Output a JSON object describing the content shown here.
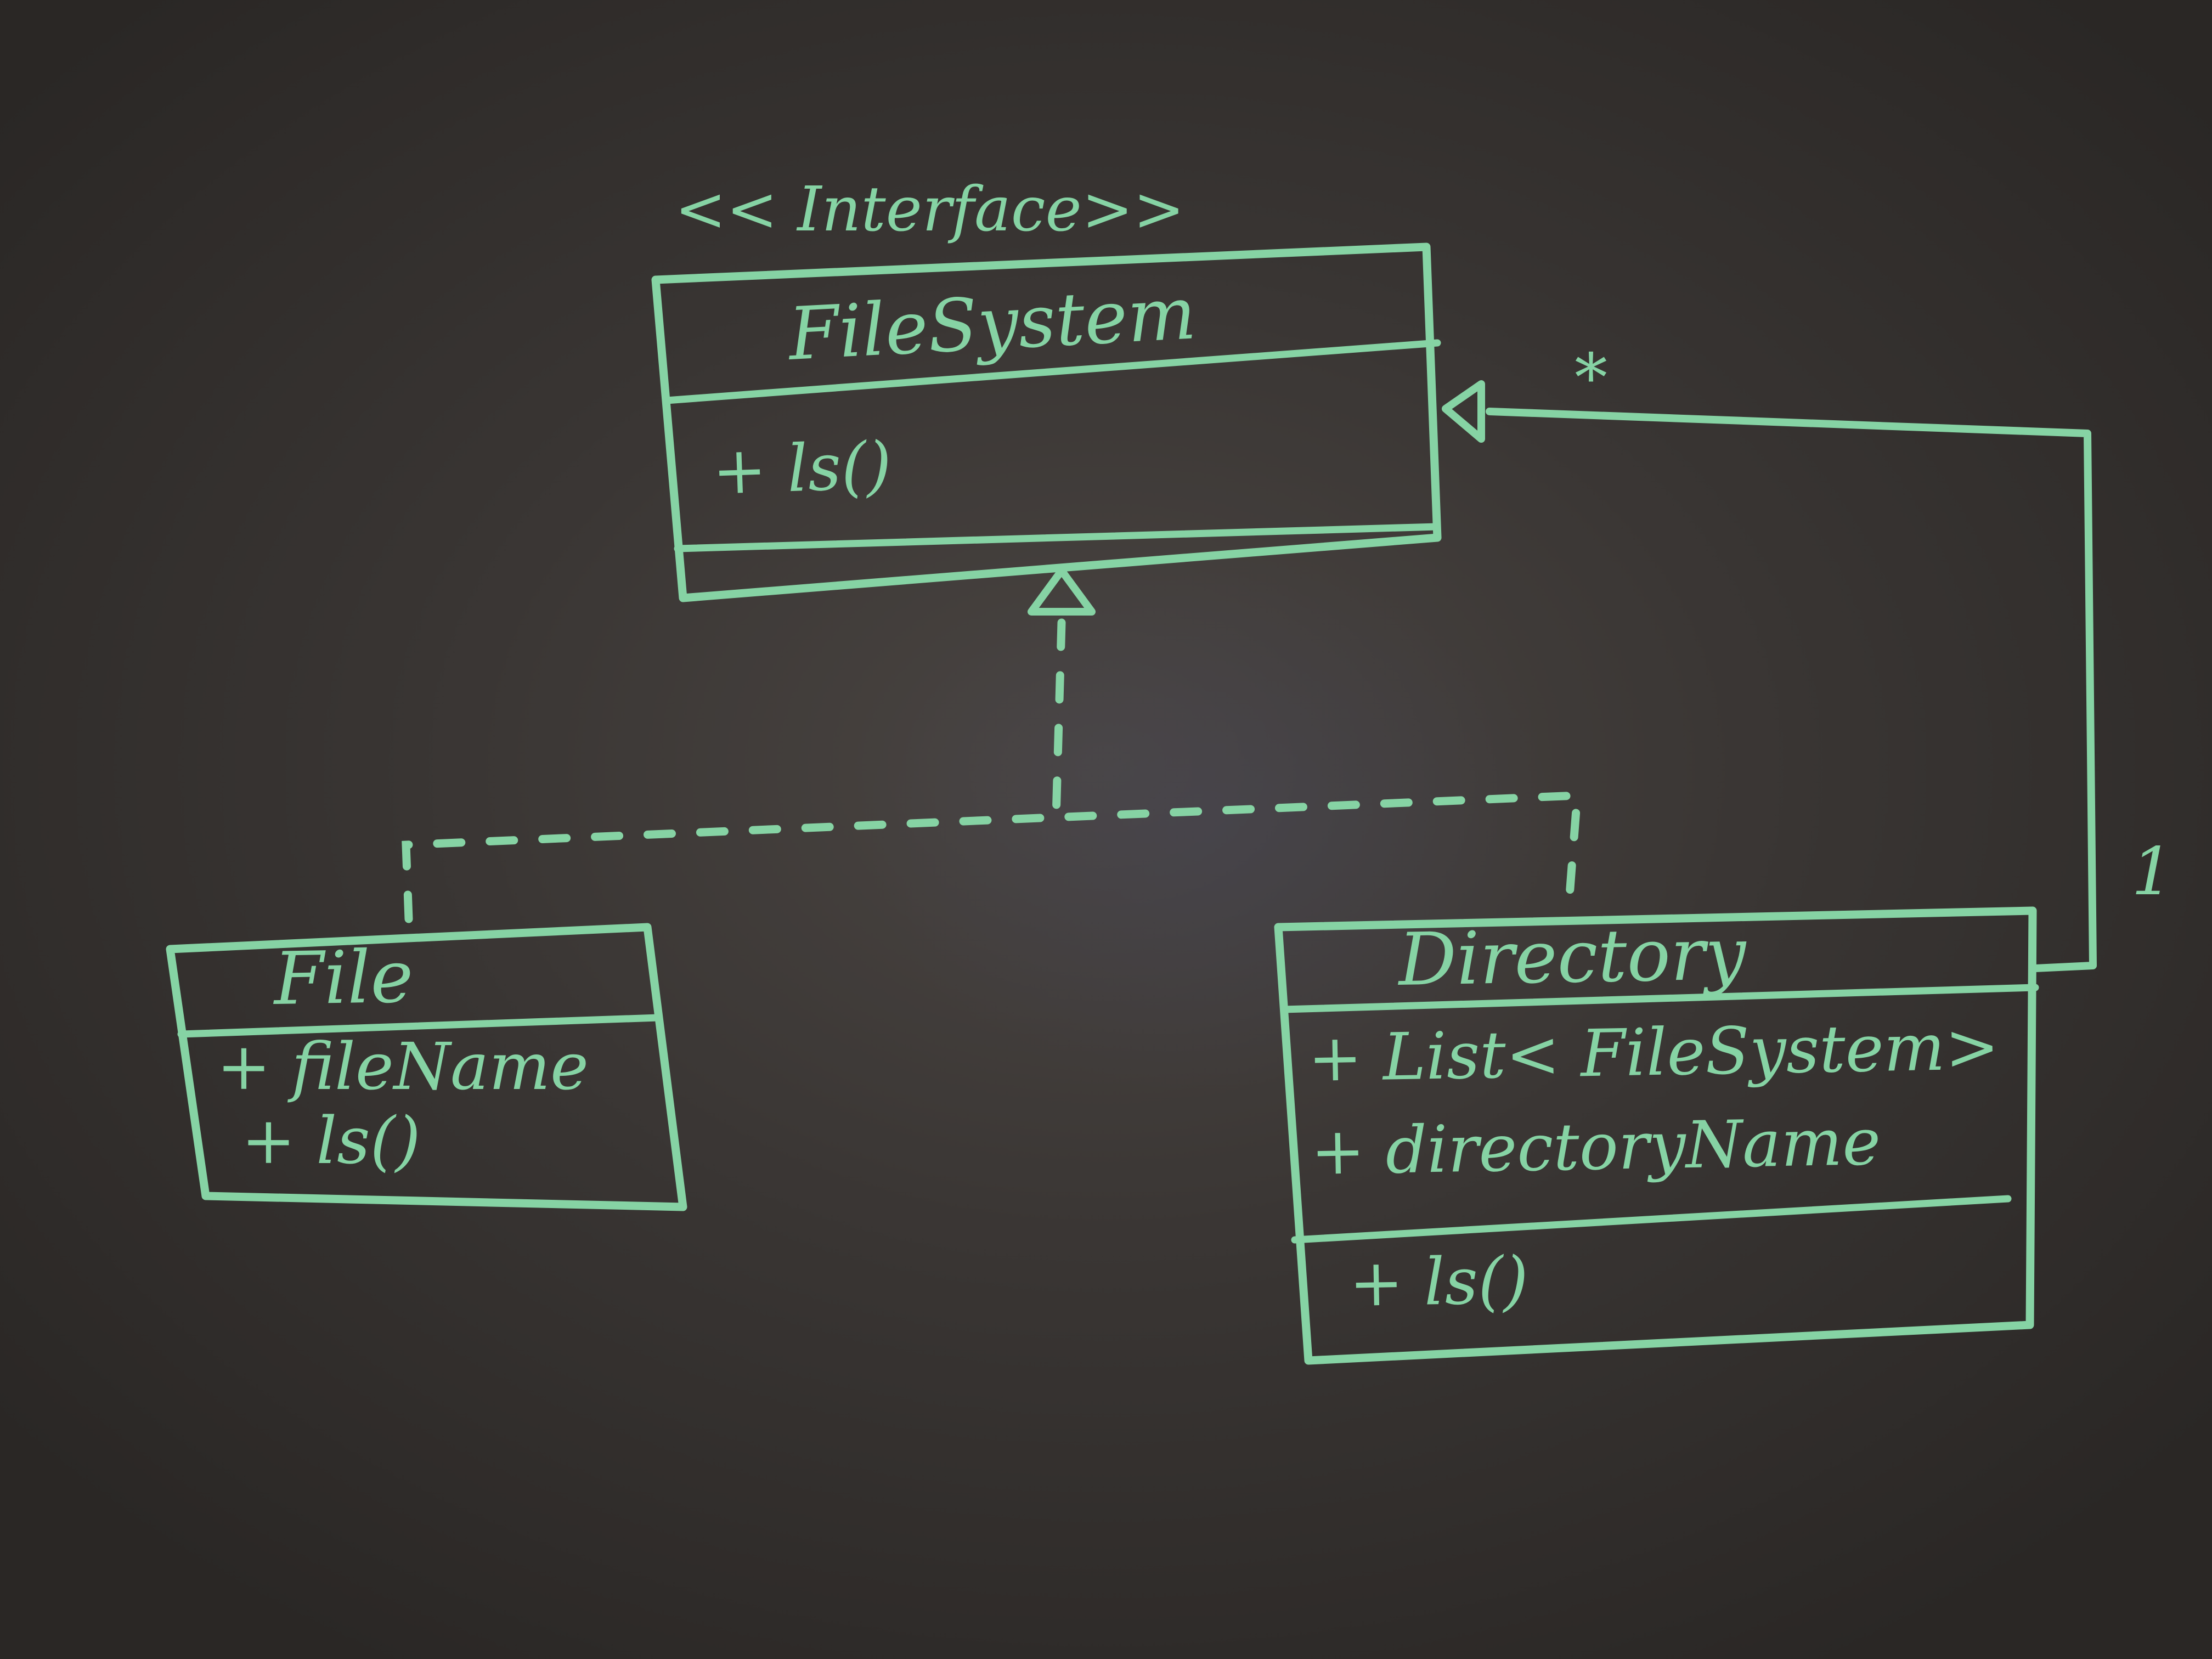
{
  "colors": {
    "ink": "#86d3a4",
    "board": "#3a3634"
  },
  "diagram": {
    "filesystem": {
      "stereotype": "<< Interface>>",
      "name": "FileSystem",
      "methods": [
        "+ ls()"
      ]
    },
    "file": {
      "name": "File",
      "attributes": [
        "+ fileName"
      ],
      "methods": [
        "+ ls()"
      ]
    },
    "directory": {
      "name": "Directory",
      "attributes": [
        "+ List< FileSystem>",
        "+ directoryName"
      ],
      "methods": [
        "+ ls()"
      ]
    },
    "relationships": [
      {
        "kind": "realization",
        "from": "File",
        "to": "FileSystem"
      },
      {
        "kind": "realization",
        "from": "Directory",
        "to": "FileSystem"
      },
      {
        "kind": "aggregation",
        "from": "Directory",
        "to": "FileSystem",
        "source_multiplicity": "1",
        "target_multiplicity": "*"
      }
    ]
  }
}
